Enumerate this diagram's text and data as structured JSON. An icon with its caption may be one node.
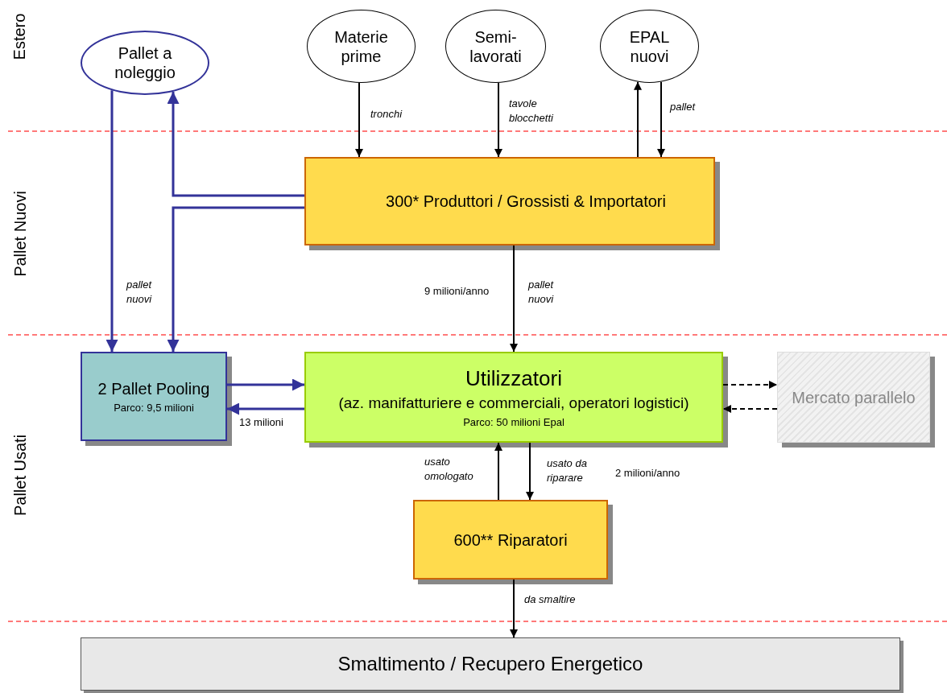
{
  "diagram": {
    "nodes": [
      {
        "text": [
          "Pallet a noleggio"
        ]
      },
      {
        "text": [
          "Materie prime"
        ]
      },
      {
        "text": [
          "Semi- lavorati"
        ]
      },
      {
        "text": [
          "EPAL nuovi"
        ]
      },
      {
        "text": [
          "300* Produttori / Grossisti & Importatori"
        ]
      },
      {
        "text": [
          "2 Pallet Pooling",
          "Parco: 9,5 milioni"
        ]
      },
      {
        "text": [
          "Utilizzatori",
          "(az. manifatturiere e commerciali, operatori logistici)",
          "Parco: 50 milioni Epal"
        ]
      },
      {
        "text": [
          "Mercato parallelo"
        ]
      },
      {
        "text": [
          "600** Riparatori"
        ]
      },
      {
        "text": [
          "Smaltimento / Recupero Energetico"
        ]
      }
    ],
    "edges": [
      {
        "from": 1,
        "to": 4,
        "arrow": "to",
        "label": "tronchi"
      },
      {
        "from": 2,
        "to": 4,
        "arrow": "to",
        "label": "tavole blocchetti"
      },
      {
        "from": 4,
        "to": 3,
        "arrow": "to"
      },
      {
        "from": 3,
        "to": 4,
        "arrow": "to",
        "label": "pallet"
      },
      {
        "from": 4,
        "to": 0,
        "arrow": "to",
        "color": "#333399"
      },
      {
        "from": 4,
        "to": 5,
        "arrow": "to",
        "color": "#333399"
      },
      {
        "from": 0,
        "to": 5,
        "arrow": "to",
        "label": "pallet nuovi",
        "color": "#333399"
      },
      {
        "from": 4,
        "to": 6,
        "arrow": "to",
        "label": "pallet nuovi"
      },
      {
        "from": 5,
        "to": 6,
        "arrow": "to",
        "color": "#333399"
      },
      {
        "from": 6,
        "to": 5,
        "arrow": "to",
        "label": "13 milioni",
        "color": "#333399"
      },
      {
        "from": 6,
        "to": 7,
        "arrow": "to",
        "style": "dashed"
      },
      {
        "from": 7,
        "to": 6,
        "arrow": "to",
        "style": "dashed"
      },
      {
        "from": 8,
        "to": 6,
        "arrow": "to",
        "label": "usato omologato"
      },
      {
        "from": 6,
        "to": 8,
        "arrow": "to",
        "label": "usato da riparare"
      },
      {
        "from": 8,
        "to": 9,
        "arrow": "to",
        "label": "da smaltire"
      }
    ],
    "labels": [
      "Estero",
      "Pallet Nuovi",
      "Pallet Usati",
      "9 milioni/anno",
      "2 milioni/anno"
    ]
  }
}
